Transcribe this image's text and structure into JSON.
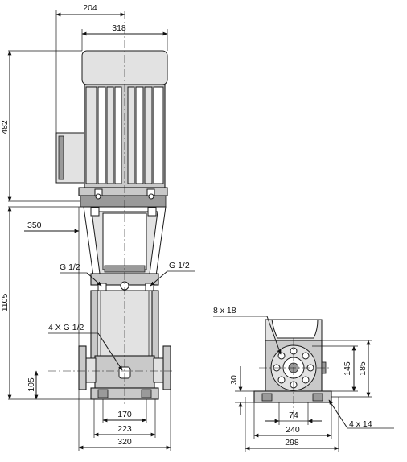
{
  "front_view": {
    "dim_top_width": "204",
    "dim_motor_width": "318",
    "dim_motor_height": "482",
    "dim_total_height": "1105",
    "dim_flange_offset": "350",
    "dim_inlet_height": "105",
    "dim_base_holes": "170",
    "dim_base_inner": "223",
    "dim_base_width": "320",
    "label_port_left": "G 1/2",
    "label_port_right": "G 1/2",
    "label_drain": "4 X G 1/2"
  },
  "side_view": {
    "label_flange_holes": "8 x 18",
    "dim_height_145": "145",
    "dim_height_185": "185",
    "dim_base_height": "30",
    "dim_74": "74",
    "dim_240": "240",
    "dim_298": "298",
    "label_base_holes": "4 x 14"
  }
}
